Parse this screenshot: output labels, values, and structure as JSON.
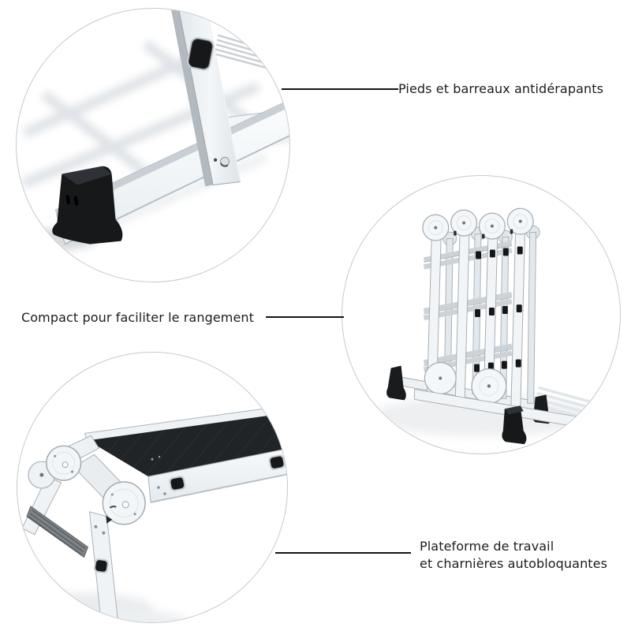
{
  "page": {
    "background": "#ffffff",
    "language": "fr"
  },
  "callouts": [
    {
      "id": "antislip-feet",
      "illustration": "ladder-rubber-foot-closeup",
      "label_lines": [
        "Pieds et barreaux antidérapants"
      ]
    },
    {
      "id": "compact-storage",
      "illustration": "folded-multiposition-ladder",
      "label_lines": [
        "Compact pour faciliter le rangement"
      ]
    },
    {
      "id": "work-platform",
      "illustration": "platform-and-hinges-closeup",
      "label_lines": [
        "Plateforme de travail",
        "et charnières autobloquantes"
      ]
    }
  ],
  "colors": {
    "text": "#1c1c1c",
    "leader_line": "#141414",
    "circle_border": "#c6c9cb",
    "aluminum": "#f2f5f7",
    "aluminum_edge": "#a9b1b7",
    "rubber_black": "#17181a",
    "platform_surface": "#212427",
    "shadow": "#e3e7ea"
  }
}
